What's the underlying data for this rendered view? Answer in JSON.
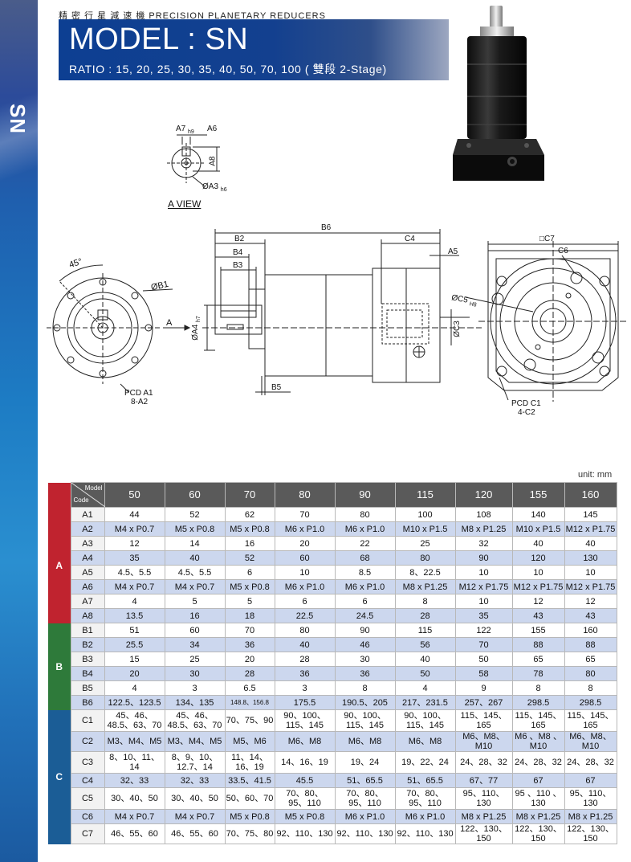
{
  "side_label": "SN",
  "header": {
    "subtitle": "精 密 行 星 減 速 機   PRECISION PLANETARY REDUCERS",
    "title": "MODEL : SN",
    "ratio": "RATIO : 15,  20,  25,  30,  35,  40,  50,  70,  100 ( 雙段 2-Stage)"
  },
  "drawing": {
    "a_view_title": "A VIEW",
    "labels": {
      "A7": "A7",
      "h9": "h9",
      "A6": "A6",
      "A8": "A8",
      "A3": "ØA3",
      "h6": "h6",
      "angle": "45°",
      "B1": "ØB1",
      "pcd_a1": "PCD A1",
      "a2_holes": "8-A2",
      "arrow_a": "A",
      "A4": "ØA4",
      "h7": "h7",
      "B6": "B6",
      "B2": "B2",
      "B4": "B4",
      "B3": "B3",
      "C4": "C4",
      "A5": "A5",
      "B5": "B5",
      "C5": "ØC5",
      "H8": "H8",
      "C3": "ØC3",
      "C7": "□C7",
      "C6": "C6",
      "pcd_c1": "PCD C1",
      "c2_holes": "4-C2"
    }
  },
  "table": {
    "unit": "unit: mm",
    "corner_model": "Model",
    "corner_code": "Code",
    "models": [
      "50",
      "60",
      "70",
      "80",
      "90",
      "115",
      "120",
      "155",
      "160"
    ],
    "groups": [
      {
        "name": "A",
        "rows": [
          {
            "code": "A1",
            "values": [
              "44",
              "52",
              "62",
              "70",
              "80",
              "100",
              "108",
              "140",
              "145"
            ]
          },
          {
            "code": "A2",
            "values": [
              "M4 x P0.7",
              "M5 x P0.8",
              "M5 x P0.8",
              "M6 x P1.0",
              "M6 x P1.0",
              "M10 x P1.5",
              "M8 x P1.25",
              "M10 x P1.5",
              "M12 x P1.75"
            ]
          },
          {
            "code": "A3",
            "values": [
              "12",
              "14",
              "16",
              "20",
              "22",
              "25",
              "32",
              "40",
              "40"
            ]
          },
          {
            "code": "A4",
            "values": [
              "35",
              "40",
              "52",
              "60",
              "68",
              "80",
              "90",
              "120",
              "130"
            ]
          },
          {
            "code": "A5",
            "values": [
              "4.5、5.5",
              "4.5、5.5",
              "6",
              "10",
              "8.5",
              "8、22.5",
              "10",
              "10",
              "10"
            ]
          },
          {
            "code": "A6",
            "values": [
              "M4 x P0.7",
              "M4 x P0.7",
              "M5 x P0.8",
              "M6 x P1.0",
              "M6 x P1.0",
              "M8 x P1.25",
              "M12 x P1.75",
              "M12 x P1.75",
              "M12 x P1.75"
            ]
          },
          {
            "code": "A7",
            "values": [
              "4",
              "5",
              "5",
              "6",
              "6",
              "8",
              "10",
              "12",
              "12"
            ]
          },
          {
            "code": "A8",
            "values": [
              "13.5",
              "16",
              "18",
              "22.5",
              "24.5",
              "28",
              "35",
              "43",
              "43"
            ]
          }
        ]
      },
      {
        "name": "B",
        "rows": [
          {
            "code": "B1",
            "values": [
              "51",
              "60",
              "70",
              "80",
              "90",
              "115",
              "122",
              "155",
              "160"
            ]
          },
          {
            "code": "B2",
            "values": [
              "25.5",
              "34",
              "36",
              "40",
              "46",
              "56",
              "70",
              "88",
              "88"
            ]
          },
          {
            "code": "B3",
            "values": [
              "15",
              "25",
              "20",
              "28",
              "30",
              "40",
              "50",
              "65",
              "65"
            ]
          },
          {
            "code": "B4",
            "values": [
              "20",
              "30",
              "28",
              "36",
              "36",
              "50",
              "58",
              "78",
              "80"
            ]
          },
          {
            "code": "B5",
            "values": [
              "4",
              "3",
              "6.5",
              "3",
              "8",
              "4",
              "9",
              "8",
              "8"
            ]
          },
          {
            "code": "B6",
            "values": [
              "122.5、123.5",
              "134、135",
              "148.8、156.8",
              "175.5",
              "190.5、205",
              "217、231.5",
              "257、267",
              "298.5",
              "298.5"
            ]
          }
        ]
      },
      {
        "name": "C",
        "rows": [
          {
            "code": "C1",
            "values": [
              "45、46、\n48.5、63、70",
              "45、46、\n48.5、63、70",
              "70、75、90",
              "90、100、\n115、145",
              "90、100、\n115、145",
              "90、100、\n115、145",
              "115、145、165",
              "115、145、\n165",
              "115、145、\n165"
            ]
          },
          {
            "code": "C2",
            "values": [
              "M3、M4、M5",
              "M3、M4、M5",
              "M5、M6",
              "M6、M8",
              "M6、M8",
              "M6、M8",
              "M6、M8、M10",
              "M6 、M8 、\nM10",
              "M6、M8、\nM10"
            ]
          },
          {
            "code": "C3",
            "values": [
              "8、10、11、14",
              "8、9、10、\n12.7、14",
              "11、14、\n16、19",
              "14、16、19",
              "19、24",
              "19、22、24",
              "24、28、32",
              "24、28、32",
              "24、28、32"
            ]
          },
          {
            "code": "C4",
            "values": [
              "32、33",
              "32、33",
              "33.5、41.5",
              "45.5",
              "51、65.5",
              "51、65.5",
              "67、77",
              "67",
              "67"
            ]
          },
          {
            "code": "C5",
            "values": [
              "30、40、50",
              "30、40、50",
              "50、60、70",
              "70、80、\n95、110",
              "70、80、\n95、110",
              "70、80、\n95、110",
              "95、110、130",
              "95 、110 、\n130",
              "95、110、130"
            ]
          },
          {
            "code": "C6",
            "values": [
              "M4 x P0.7",
              "M4 x P0.7",
              "M5 x P0.8",
              "M5 x P0.8",
              "M6 x P1.0",
              "M6 x P1.0",
              "M8 x P1.25",
              "M8 x P1.25",
              "M8 x P1.25"
            ]
          },
          {
            "code": "C7",
            "values": [
              "46、55、60",
              "46、55、60",
              "70、75、80",
              "92、110、130",
              "92、110、130",
              "92、110、130",
              "122、130、150",
              "122、130、\n150",
              "122、130、\n150"
            ]
          }
        ]
      }
    ]
  }
}
